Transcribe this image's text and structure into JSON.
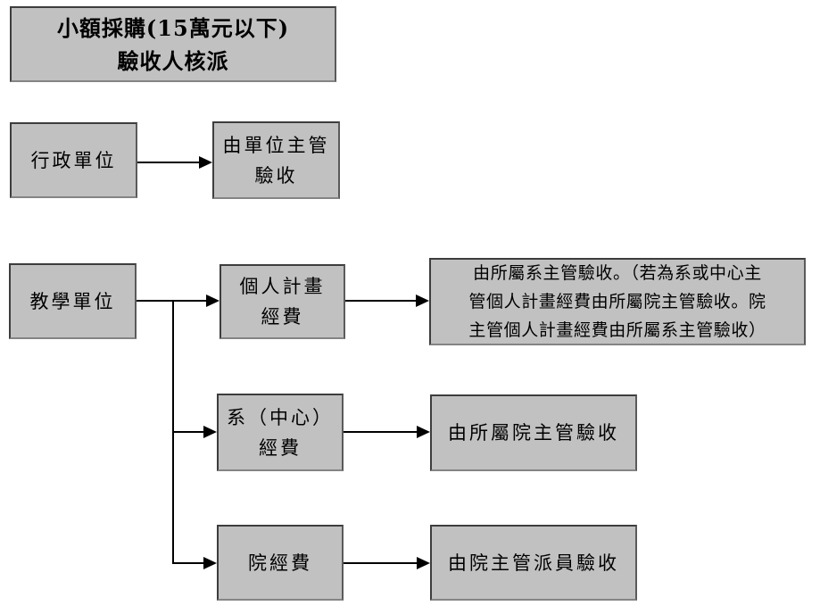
{
  "diagram": {
    "title": {
      "line1": "小額採購(15萬元以下)",
      "line2": "驗收人核派"
    },
    "nodes": {
      "admin_unit": {
        "label": "行政單位"
      },
      "admin_result": {
        "line1": "由單位主管",
        "line2": "驗收"
      },
      "teaching_unit": {
        "label": "教學單位"
      },
      "personal_fund": {
        "line1": "個人計畫",
        "line2": "經費"
      },
      "personal_result": {
        "lines": [
          "由所屬系主管驗收。（若為系或中心主",
          "管個人計畫經費由所屬院主管驗收。院",
          "主管個人計畫經費由所屬系主管驗收）"
        ],
        "full_text": "由所屬系主管驗收。（若為系或中心主管個人計畫經費由所屬院主管驗收。院主管個人計畫經費由所屬系主管驗收）"
      },
      "dept_fund": {
        "line1": "系（中心）",
        "line2": "經費"
      },
      "dept_result": {
        "label": "由所屬院主管驗收"
      },
      "college_fund": {
        "label": "院經費"
      },
      "college_result": {
        "label": "由院主管派員驗收"
      }
    },
    "edges": [
      {
        "from": "admin_unit",
        "to": "admin_result"
      },
      {
        "from": "teaching_unit",
        "to": "personal_fund"
      },
      {
        "from": "teaching_unit",
        "to": "dept_fund"
      },
      {
        "from": "teaching_unit",
        "to": "college_fund"
      },
      {
        "from": "personal_fund",
        "to": "personal_result"
      },
      {
        "from": "dept_fund",
        "to": "dept_result"
      },
      {
        "from": "college_fund",
        "to": "college_result"
      }
    ],
    "colors": {
      "page_bg": "#ffffff",
      "box_fill": "#c1c1c1",
      "box_border": "#3d3d3d",
      "box_border_shade": "#848484",
      "box_border_shade2": "#5a5a5a",
      "line": "#000000",
      "text": "#000000"
    }
  }
}
